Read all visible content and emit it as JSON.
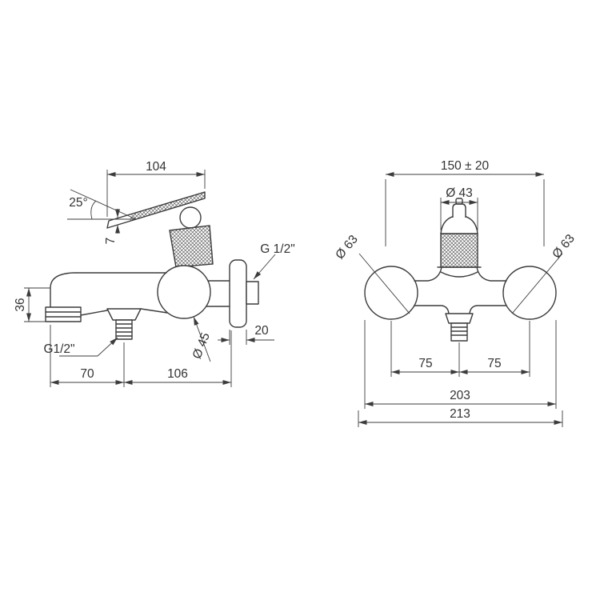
{
  "left_view": {
    "dim_top_width": "104",
    "dim_lever_angle": "25°",
    "dim_lever_thickness": "7",
    "dim_spout_end_height": "36",
    "label_outlet_thread": "G1/2\"",
    "dim_spout_reach": "70",
    "dim_body_to_wall": "106",
    "dim_body_diameter": "Ø 45",
    "dim_flange_depth": "20",
    "label_inlet_thread": "G 1/2\""
  },
  "right_view": {
    "dim_inlet_centers": "150 ± 20",
    "dim_cartridge_diameter": "Ø 43",
    "dim_flange_left": "Ø 63",
    "dim_flange_right": "Ø 63",
    "dim_center_to_left": "75",
    "dim_center_to_right": "75",
    "dim_body_width": "203",
    "dim_overall_width": "213"
  }
}
